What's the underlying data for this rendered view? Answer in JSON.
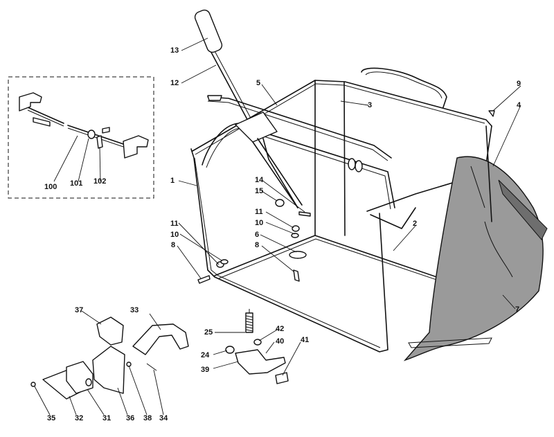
{
  "callouts": {
    "c1": "1",
    "c2": "2",
    "c3": "3",
    "c4": "4",
    "c5": "5",
    "c6": "6",
    "c7": "7",
    "c8a": "8",
    "c8b": "8",
    "c9": "9",
    "c10a": "10",
    "c10b": "10",
    "c11a": "11",
    "c11b": "11",
    "c12": "12",
    "c13": "13",
    "c14": "14",
    "c15": "15",
    "c24": "24",
    "c25": "25",
    "c31": "31",
    "c32": "32",
    "c33": "33",
    "c34": "34",
    "c35": "35",
    "c36": "36",
    "c37": "37",
    "c38": "38",
    "c39": "39",
    "c40": "40",
    "c41": "41",
    "c42": "42",
    "c100": "100",
    "c101": "101",
    "c102": "102"
  },
  "colors": {
    "line": "#111111",
    "bag_fill": "#9a9a9a",
    "background": "#ffffff"
  }
}
